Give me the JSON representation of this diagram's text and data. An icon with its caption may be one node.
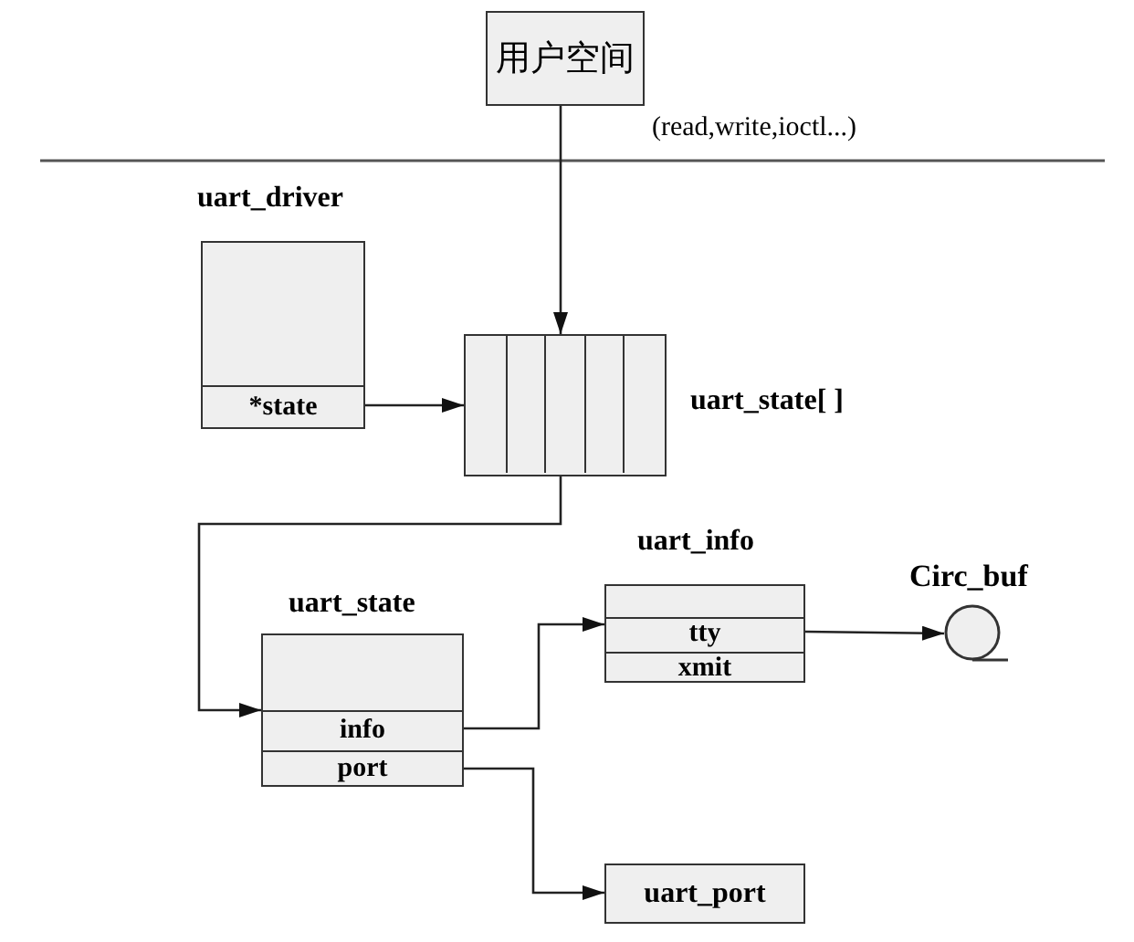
{
  "diagram": {
    "nodes": [
      {
        "text": [
          "用户空间"
        ]
      },
      {
        "text": [
          "uart_driver"
        ]
      },
      {
        "text": [
          "*state"
        ],
        "in": 1
      },
      {
        "text": [
          "uart_state[ ]"
        ]
      },
      {
        "text": [
          "uart_state"
        ]
      },
      {
        "text": [
          "info"
        ],
        "in": 4
      },
      {
        "text": [
          "port"
        ],
        "in": 4
      },
      {
        "text": [
          "uart_info"
        ]
      },
      {
        "text": [
          "tty"
        ],
        "in": 7
      },
      {
        "text": [
          "xmit"
        ],
        "in": 7
      },
      {
        "text": [],
        "shape": "circle",
        "beside": [
          "Circ_buf"
        ]
      },
      {
        "text": [
          "uart_port"
        ]
      }
    ],
    "edges": [
      {
        "from": 0,
        "to": 3,
        "arrow": "to",
        "label": "(read,write,ioctl...)"
      },
      {
        "from": 2,
        "to": 3,
        "arrow": "to"
      },
      {
        "from": 3,
        "to": 4,
        "arrow": "to"
      },
      {
        "from": 5,
        "to": 7,
        "arrow": "to"
      },
      {
        "from": 8,
        "to": 10,
        "arrow": "to"
      },
      {
        "from": 6,
        "to": 11,
        "arrow": "to"
      }
    ]
  }
}
